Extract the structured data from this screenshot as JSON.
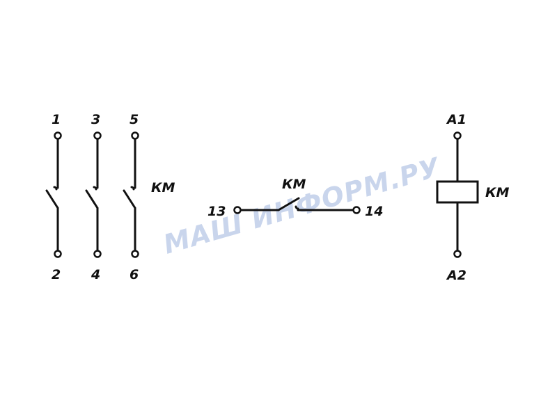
{
  "colors": {
    "ink": "#111111",
    "watermark": "#b8c8e6",
    "watermark_accent": "#f0b070"
  },
  "watermark": {
    "text": "МАШ ИНФОРМ.РУ"
  },
  "main_contacts": {
    "label": "КМ",
    "poles": [
      {
        "top": "1",
        "bottom": "2"
      },
      {
        "top": "3",
        "bottom": "4"
      },
      {
        "top": "5",
        "bottom": "6"
      }
    ]
  },
  "aux_contact": {
    "label": "КМ",
    "left": "13",
    "right": "14"
  },
  "coil": {
    "label": "КМ",
    "top": "A1",
    "bottom": "A2"
  }
}
